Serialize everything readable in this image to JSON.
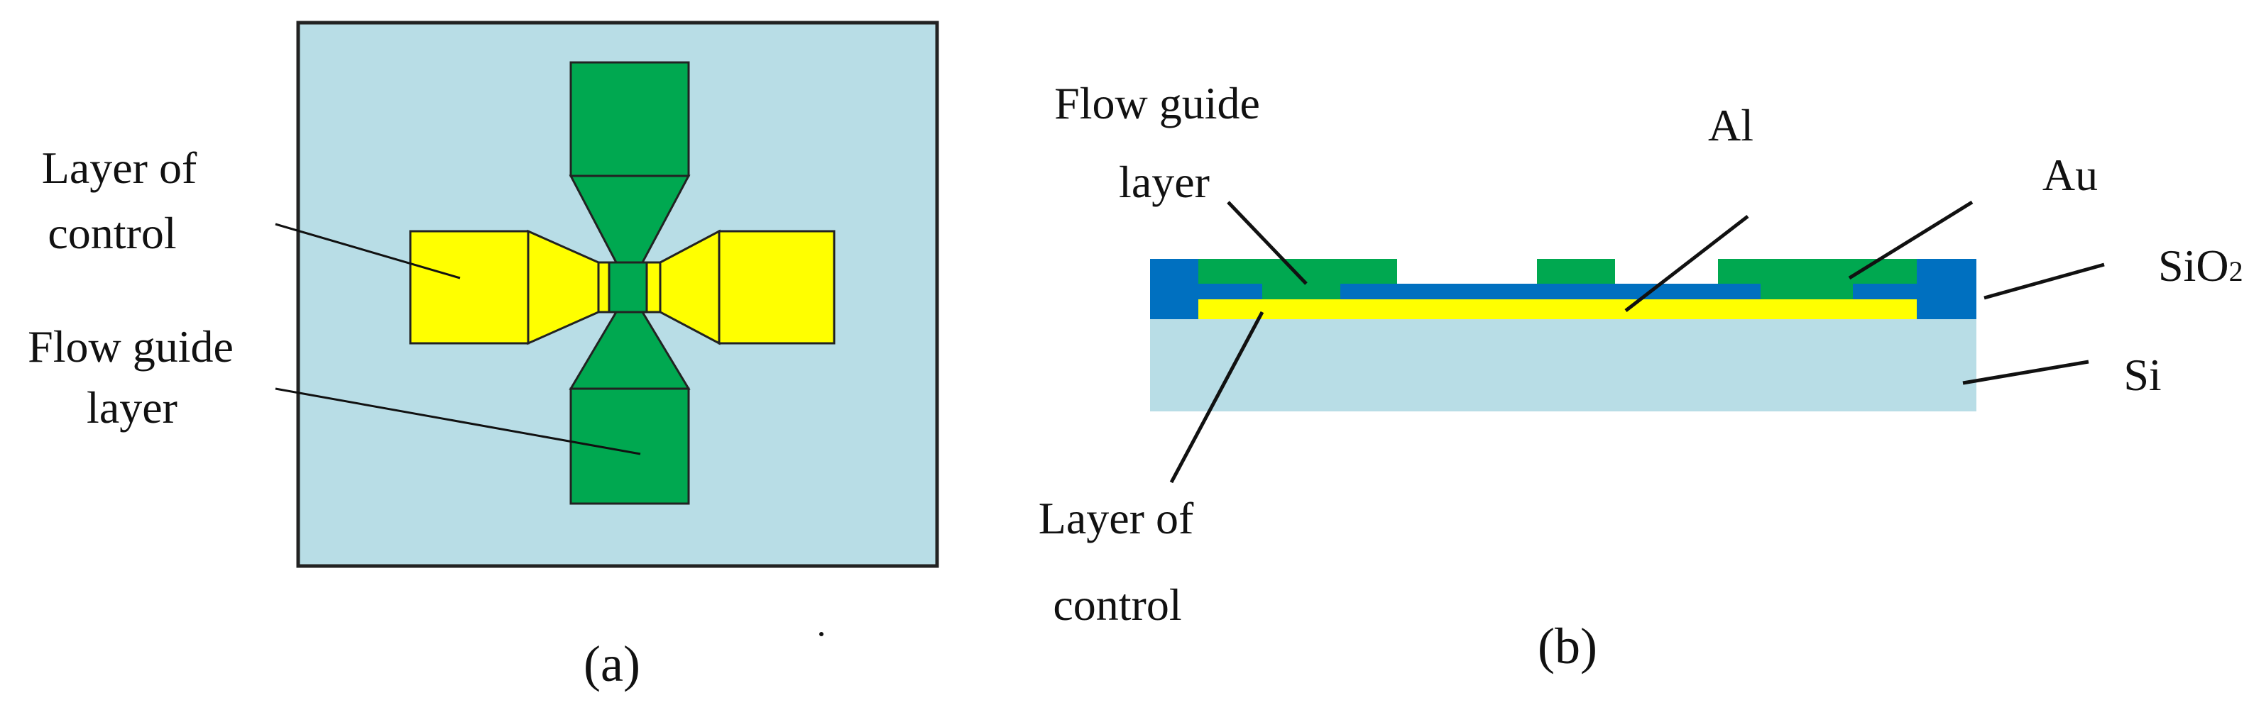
{
  "colors": {
    "background_substrate": "#b8dde6",
    "yellow_control": "#ffff00",
    "green_flow": "#00a850",
    "blue_sio2": "#0070c0",
    "outline": "#222222",
    "leader": "#111111"
  },
  "panel_a": {
    "label_layer_of_control_line1": "Layer of",
    "label_layer_of_control_line2": "control",
    "label_flow_guide_line1": "Flow guide",
    "label_flow_guide_line2": "layer",
    "caption": "(a)"
  },
  "panel_b": {
    "label_flow_guide_line1": "Flow guide",
    "label_flow_guide_line2": "layer",
    "label_al": "Al",
    "label_au": "Au",
    "label_sio2_main": "SiO",
    "label_sio2_sub": "2",
    "label_si": "Si",
    "label_layer_of_control_line1": "Layer of",
    "label_layer_of_control_line2": "control",
    "caption": "(b)"
  }
}
